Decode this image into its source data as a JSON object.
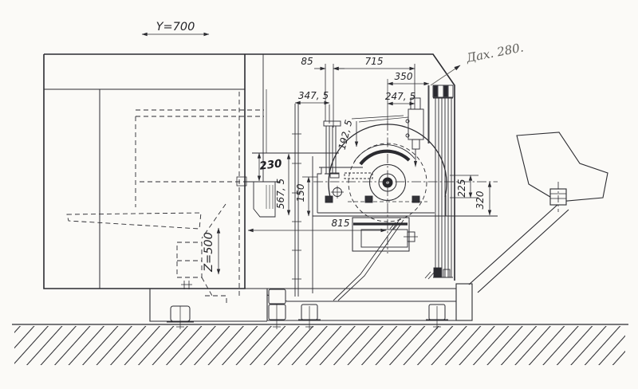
{
  "drawing": {
    "axis_labels": {
      "y_travel": "Y=700",
      "z_travel": "Z=500"
    },
    "dimensions": {
      "d85": "85",
      "d715": "715",
      "d350": "350",
      "d247_5": "247, 5",
      "d347_5": "347, 5",
      "d192_5": "192, 5",
      "d230": "230",
      "d567_5": "567, 5",
      "d150": "150",
      "d815": "815",
      "d225": "225",
      "d320": "320"
    },
    "handwritten_note": "Дах. 280.",
    "colors": {
      "ink": "#2b2b30",
      "paper": "#fbfaf7",
      "pencil": "#5d5c58"
    }
  }
}
